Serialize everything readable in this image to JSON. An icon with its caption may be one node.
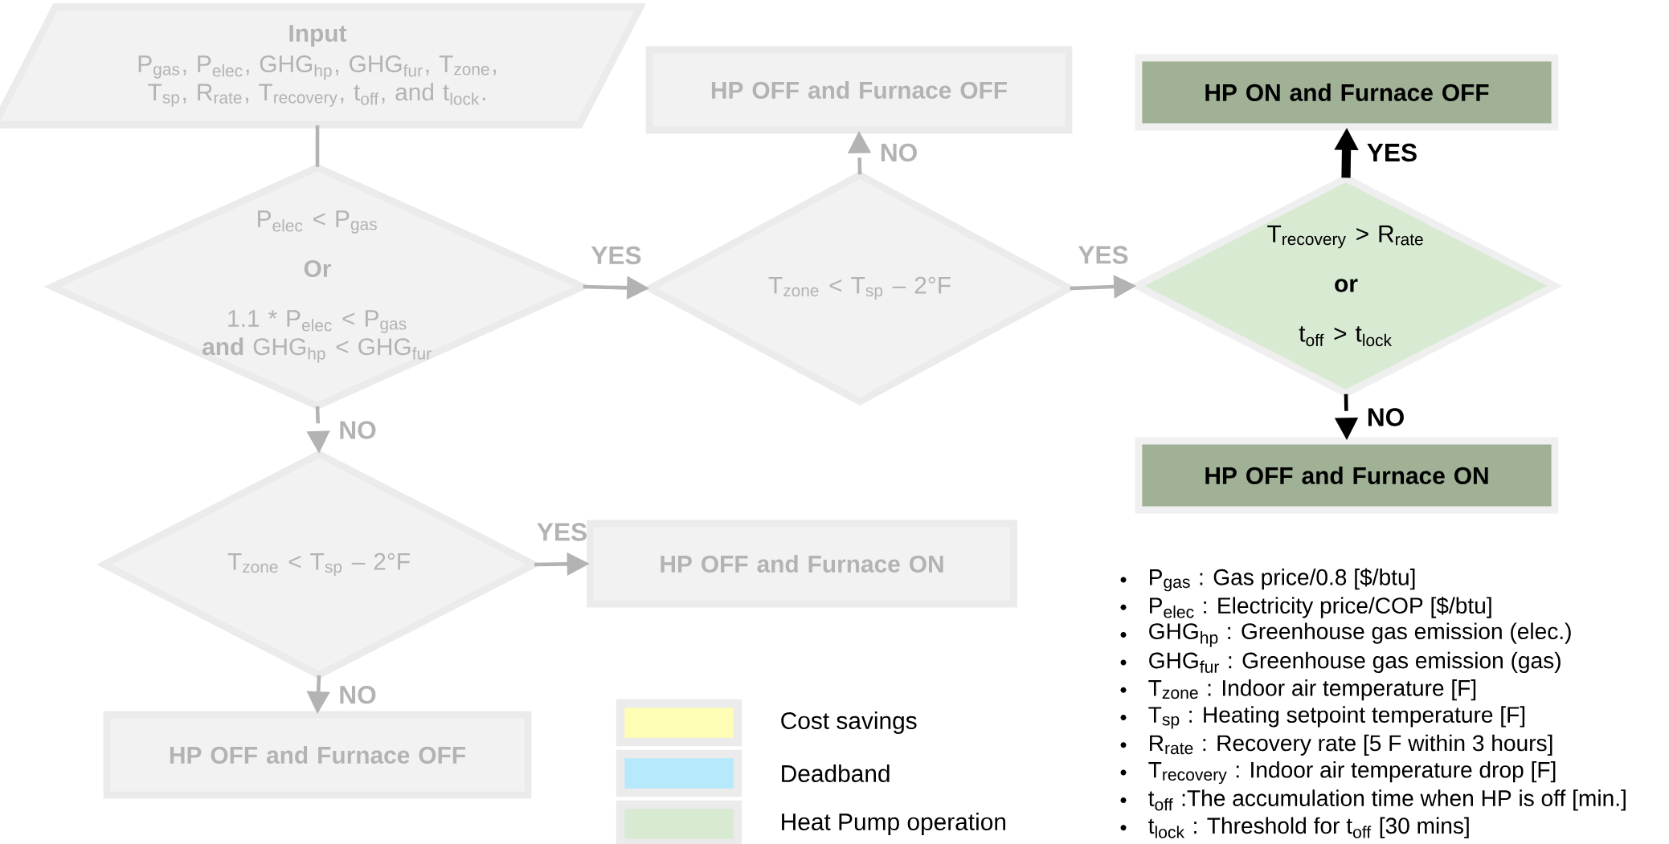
{
  "diagram": {
    "nodes": [
      {
        "text": [
          "Input",
          "P$_{gas}$, P$_{elec}$, GHG$_{hp}$, GHG$_{fur}$, T$_{zone}$, T$_{sp}$, R$_{rate}$, T$_{recovery}$, t$_{off}$, and t$_{lock}$."
        ]
      },
      {
        "text": [
          "P$_{elec}$ < P$_{gas}$",
          "Or",
          "1.1 * P$_{elec}$ < P$_{gas}$ **and** GHG$_{hp}$ < GHG$_{fur}$"
        ]
      },
      {
        "text": [
          "T$_{zone}$ < T$_{sp}$ – 2°F"
        ]
      },
      {
        "text": [
          "HP OFF and Furnace OFF"
        ]
      },
      {
        "text": [
          "T$_{recovery}$ > R$_{rate}$",
          "or",
          "t$_{off}$ > t$_{lock}$"
        ]
      },
      {
        "text": [
          "HP ON and Furnace OFF"
        ]
      },
      {
        "text": [
          "HP OFF and Furnace ON"
        ]
      },
      {
        "text": [
          "T$_{zone}$ < T$_{sp}$ – 2°F"
        ]
      },
      {
        "text": [
          "HP OFF and Furnace ON"
        ]
      },
      {
        "text": [
          "HP OFF and Furnace OFF"
        ]
      }
    ],
    "edges": [
      {
        "from": 0,
        "to": 1,
        "arrow": "none"
      },
      {
        "from": 1,
        "to": 2,
        "arrow": "to",
        "label": "YES"
      },
      {
        "from": 1,
        "to": 7,
        "arrow": "to",
        "label": "NO",
        "style": "dashed"
      },
      {
        "from": 2,
        "to": 3,
        "arrow": "to",
        "label": "NO",
        "style": "dashed"
      },
      {
        "from": 2,
        "to": 4,
        "arrow": "to",
        "label": "YES"
      },
      {
        "from": 4,
        "to": 5,
        "arrow": "to",
        "label": "YES",
        "style": "thick",
        "color": "#000000"
      },
      {
        "from": 4,
        "to": 6,
        "arrow": "to",
        "label": "NO",
        "style": "dashed",
        "color": "#000000"
      },
      {
        "from": 7,
        "to": 8,
        "arrow": "to",
        "label": "YES"
      },
      {
        "from": 7,
        "to": 9,
        "arrow": "to",
        "label": "NO",
        "style": "dashed"
      }
    ],
    "labels": [
      "P$_{gas}$ : Gas price/0.8 [$/btu]",
      "P$_{elec}$ : Electricity price/COP [$/btu]",
      "GHG$_{hp}$ : Greenhouse gas emission (elec.)",
      "GHG$_{fur}$ : Greenhouse gas emission (gas)",
      "T$_{zone}$ : Indoor air temperature [F]",
      "T$_{sp}$ : Heating setpoint temperature [F]",
      "R$_{rate}$ : Recovery rate [5 F within 3 hours]",
      "T$_{recovery}$ : Indoor air temperature drop [F]",
      "t$_{off}$ :The accumulation time when HP is off [min.]",
      "t$_{lock}$ : Threshold for t$_{off}$ [30 mins]"
    ],
    "legend": [
      {
        "text": "Cost savings",
        "color": "#fdfdb5"
      },
      {
        "text": "Deadband",
        "color": "#b5e9fb"
      },
      {
        "text": "Heat Pump operation",
        "color": "#d9ead3"
      }
    ]
  }
}
